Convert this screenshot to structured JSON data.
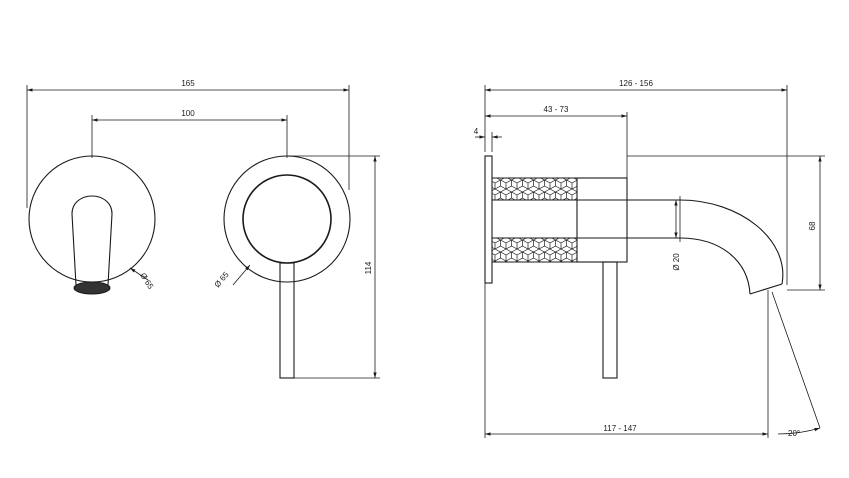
{
  "front_view": {
    "dim_width_total": "165",
    "dim_center_distance": "100",
    "dim_height": "114",
    "dim_spout_rosette_diameter": "Ø 65",
    "dim_lever_rosette_diameter": "Ø 65"
  },
  "side_view": {
    "dim_total_projection": "126 - 156",
    "dim_body_depth": "43 - 73",
    "dim_plate_thickness": "4",
    "dim_height": "68",
    "dim_spout_diameter": "Ø 20",
    "dim_spout_reach": "117 - 147",
    "dim_angle": "20°"
  }
}
